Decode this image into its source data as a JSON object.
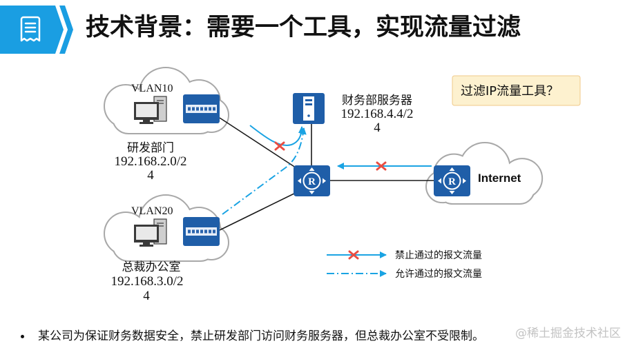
{
  "header": {
    "icon": "document-icon",
    "title": "技术背景：需要一个工具，实现流量过滤"
  },
  "diagram": {
    "departments": [
      {
        "vlan": "VLAN10",
        "device_icons": [
          "computer-icon",
          "switch-icon"
        ],
        "label_lines": [
          "研发部门",
          "192.168.2.0/2",
          "4"
        ]
      },
      {
        "vlan": "VLAN20",
        "device_icons": [
          "computer-icon",
          "switch-icon"
        ],
        "label_lines": [
          "总裁办公室",
          "192.168.3.0/2",
          "4"
        ]
      }
    ],
    "server": {
      "icon": "server-icon",
      "label_lines": [
        "财务部服务器",
        "192.168.4.4/2",
        "4"
      ]
    },
    "router": {
      "icon": "router-icon",
      "label": "R"
    },
    "internet": {
      "icon": "router-icon",
      "label": "Internet"
    },
    "question_note": "过滤IP流量工具？",
    "legend": [
      {
        "icon": "blocked-flow-arrow-icon",
        "label": "禁止通过的报文流量"
      },
      {
        "icon": "allowed-flow-arrow-icon",
        "label": "允许通过的报文流量"
      }
    ]
  },
  "bullets": [
    "某公司为保证财务数据安全，禁止研发部门访问财务服务器，但总裁办公室不受限制。"
  ],
  "watermark": "@稀土掘金技术社区",
  "colors": {
    "accent_blue": "#1a9ee2",
    "device_blue": "#1f5ea8",
    "flow_blue": "#1aa3e3",
    "blocked_red": "#e94e43",
    "cloud_outline": "#a8a8a8",
    "note_fill": "#fdf1cf",
    "note_border": "#f0c98a",
    "text": "#111111"
  }
}
